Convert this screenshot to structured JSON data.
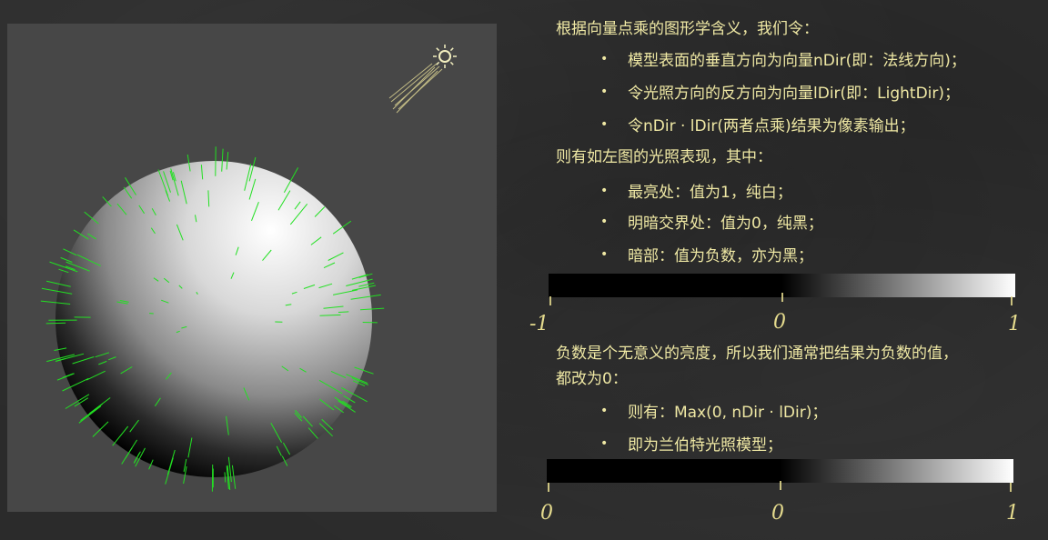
{
  "heading": "根据向量点乘的图形学含义，我们令：",
  "bullets_def": [
    "模型表面的垂直方向为向量nDir(即：法线方向)；",
    "令光照方向的反方向为向量lDir(即：LightDir)；",
    "令nDir · lDir(两者点乘)结果为像素输出；"
  ],
  "result_heading": "则有如左图的光照表现，其中：",
  "bullets_result": [
    "最亮处：值为1，纯白；",
    "明暗交界处：值为0，纯黑；",
    "暗部：值为负数，亦为黑；"
  ],
  "scale1": {
    "left": "-1",
    "mid": "0",
    "right": "1"
  },
  "para_line1": "负数是个无意义的亮度，所以我们通常把结果为负数的值，",
  "para_line2": "都改为0：",
  "bullets_final": [
    "则有：Max(0, nDir · lDir)；",
    "即为兰伯特光照模型；"
  ],
  "scale2": {
    "left": "0",
    "mid": "0",
    "right": "1"
  },
  "bullet_glyph": "•",
  "colors": {
    "text": "#efe8a4",
    "normals": "#22e022",
    "background": "#2b2b2b",
    "panel": "#474747"
  },
  "icons": {
    "light": "sun-icon"
  }
}
